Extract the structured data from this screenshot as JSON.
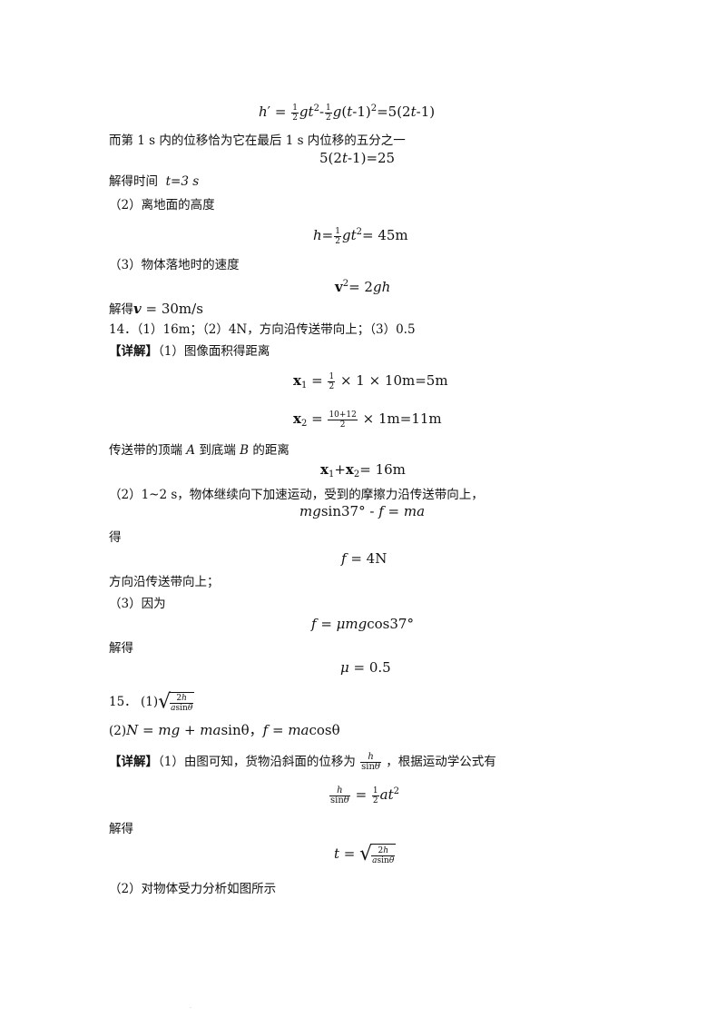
{
  "lines": {
    "l1_prefix": "而第",
    "l1_mid": "1 s 内的位移恰为它在最后",
    "l1_suffix": "1 s 内位移的五分之一",
    "solve_time_label": "解得时间",
    "solve_time_value": "t=3 s",
    "part2_height": "（2）离地面的高度",
    "part3_velocity": "（3）物体落地时的速度",
    "solve_v_label": "解得",
    "q14_answer": "14．（1）16m；（2）4N，方向沿传送带向上；（3）0.5",
    "q14_detail_tag": "【详解】",
    "q14_detail_text": "（1）图像面积得距离",
    "belt_distance": "传送带的顶端",
    "belt_a": "A",
    "belt_to": "到底端",
    "belt_b": "B",
    "belt_dist_suffix": "的距离",
    "q14_part2": "（2）1~2 s，物体继续向下加速运动，受到的摩擦力沿传送带向上，",
    "get": "得",
    "direction_up": "方向沿传送带向上；",
    "part3_because": "（3）因为",
    "solve1": "解得",
    "q15_label": "15．",
    "q15_p1": "(1)",
    "q15_p2": "(2)",
    "q15_detail_tag": "【详解】",
    "q15_detail_text": "（1）由图可知，货物沿斜面的位移为",
    "q15_detail_text2": "，根据运动学公式有",
    "solve2": "解得",
    "q15_part2": "（2）对物体受力分析如图所示"
  },
  "equations": {
    "e1": "h′ = ½gt² − ½g(t−1)² = 5(2t−1)",
    "e2": "5(2t−1) = 25",
    "e3": "h = ½gt² = 45m",
    "e4": "v² = 2gh",
    "e5": "v = 30m/s",
    "e6": "x₁ = ½ × 1 × 10m = 5m",
    "e7": "x₂ = (10+12)/2 × 1m = 11m",
    "e8": "x₁ + x₂ = 16m",
    "e9": "mgsin37° − f = ma",
    "e10": "f = 4N",
    "e11": "f = μmgcos37°",
    "e12": "μ = 0.5",
    "e13": "√(2h / a sinθ)",
    "e14": "N = mg + masinθ，f = macosθ",
    "e15": "h/sinθ = ½at²",
    "e16": "t = √(2h / a sinθ)"
  }
}
